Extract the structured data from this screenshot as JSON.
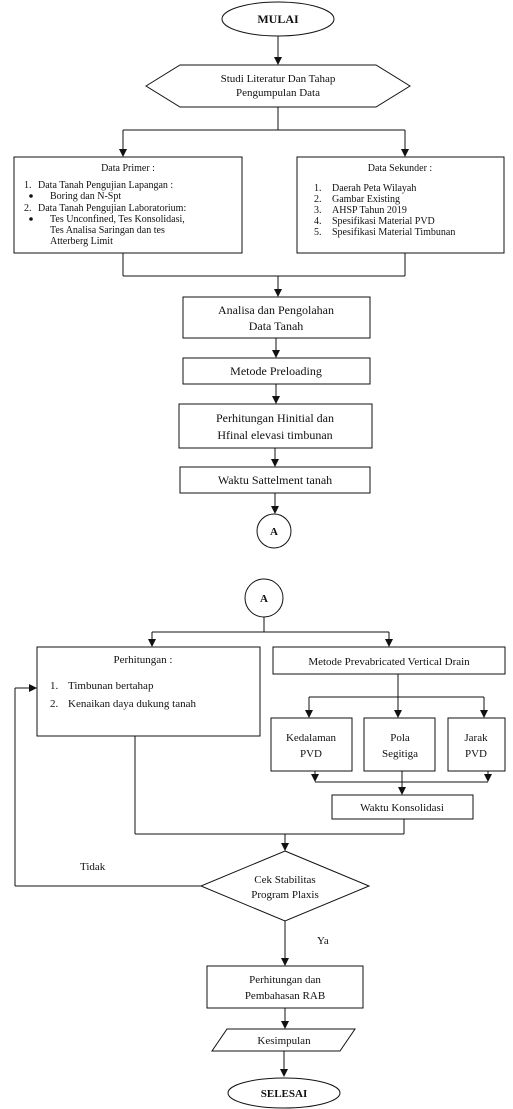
{
  "flow1": {
    "start": "MULAI",
    "studi_line1": "Studi Literatur Dan Tahap",
    "studi_line2": "Pengumpulan Data",
    "primer": {
      "title": "Data Primer :",
      "item1_num": "1.",
      "item1": "Data Tanah Pengujian Lapangan :",
      "item1_sub": "Boring dan N-Spt",
      "item2_num": "2.",
      "item2": "Data Tanah Pengujian Laboratorium:",
      "item2_sub_line1": "Tes Unconfined, Tes Konsolidasi,",
      "item2_sub_line2": "Tes Analisa Saringan dan tes",
      "item2_sub_line3": "Atterberg Limit"
    },
    "sekunder": {
      "title": "Data Sekunder :",
      "items": [
        {
          "num": "1.",
          "text": "Daerah Peta Wilayah"
        },
        {
          "num": "2.",
          "text": "Gambar Existing"
        },
        {
          "num": "3.",
          "text": "AHSP Tahun 2019"
        },
        {
          "num": "4.",
          "text": "Spesifikasi Material PVD"
        },
        {
          "num": "5.",
          "text": "Spesifikasi Material Timbunan"
        }
      ]
    },
    "analisa_line1": "Analisa dan Pengolahan",
    "analisa_line2": "Data Tanah",
    "preloading": "Metode Preloading",
    "hinitial_line1": "Perhitungan Hinitial dan",
    "hinitial_line2": "Hfinal elevasi timbunan",
    "sattlement": "Waktu Sattelment tanah",
    "connector": "A"
  },
  "flow2": {
    "connector": "A",
    "perhitungan": {
      "title": "Perhitungan :",
      "items": [
        {
          "num": "1.",
          "text": "Timbunan bertahap"
        },
        {
          "num": "2.",
          "text": "Kenaikan daya dukung tanah"
        }
      ]
    },
    "pvd_method": "Metode Prevabricated Vertical Drain",
    "kedalaman_line1": "Kedalaman",
    "kedalaman_line2": "PVD",
    "pola_line1": "Pola",
    "pola_line2": "Segitiga",
    "jarak_line1": "Jarak",
    "jarak_line2": "PVD",
    "konsolidasi": "Waktu Konsolidasi",
    "cek_line1": "Cek Stabilitas",
    "cek_line2": "Program Plaxis",
    "tidak": "Tidak",
    "ya": "Ya",
    "rab_line1": "Perhitungan dan",
    "rab_line2": "Pembahasan RAB",
    "kesimpulan": "Kesimpulan",
    "end": "SELESAI"
  }
}
